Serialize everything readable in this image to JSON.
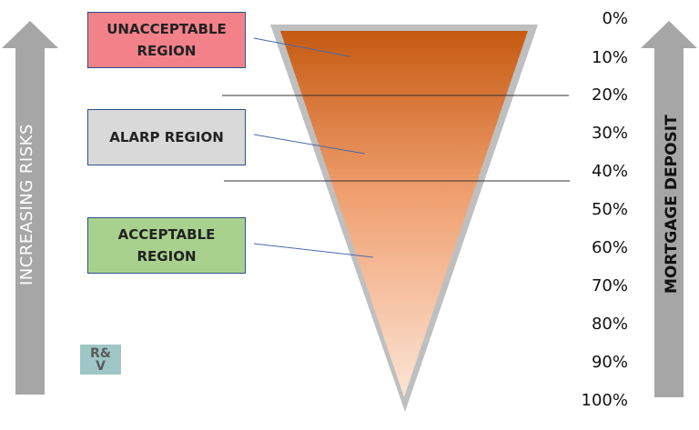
{
  "regions": {
    "unacceptable": "UNACCEPTABLE\nREGION",
    "alarp": "ALARP REGION",
    "acceptable": "ACCEPTABLE\nREGION"
  },
  "left_arrow_label": "INCREASING RISKS",
  "right_arrow_label": "MORTGAGE DEPOSIT",
  "percent_scale": [
    "0%",
    "10%",
    "20%",
    "30%",
    "40%",
    "50%",
    "60%",
    "70%",
    "80%",
    "90%",
    "100%"
  ],
  "badge": "R&\nV",
  "colors": {
    "unacceptable": "#f2818a",
    "alarp": "#d9d9d9",
    "acceptable": "#a9d18e",
    "funnel_top": "#c55a11",
    "funnel_bottom": "#fbe5d6",
    "arrow": "#a6a6a6"
  }
}
